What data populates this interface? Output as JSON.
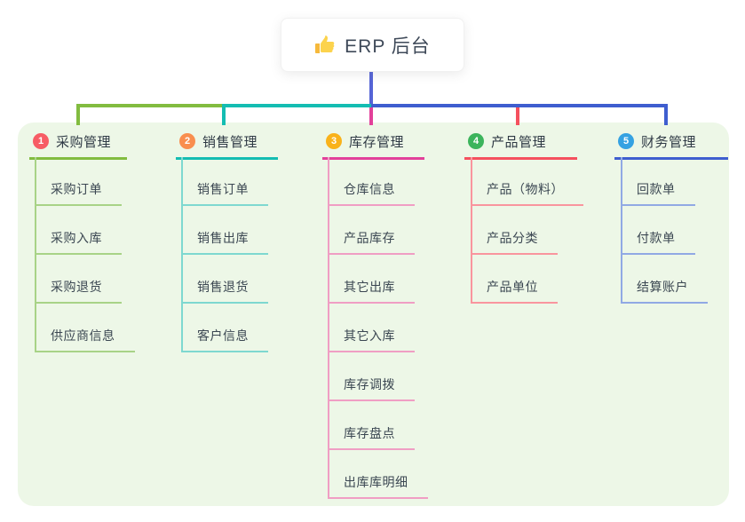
{
  "root": {
    "label": "ERP 后台",
    "icon": "thumbs-up-icon"
  },
  "colors": {
    "canvas_background": "#ffffff",
    "panel_background": "#edf7e7",
    "root_connector": "#5564d6",
    "root_text": "#3e4958",
    "branch_title_text": "#2f3a45",
    "child_text": "#3b4752"
  },
  "branches": [
    {
      "number": "1",
      "title": "采购管理",
      "circle_color": "#f75c65",
      "line_color": "#82bc40",
      "light_line_color": "#a8d387",
      "children": [
        "采购订单",
        "采购入库",
        "采购退货",
        "供应商信息"
      ]
    },
    {
      "number": "2",
      "title": "销售管理",
      "circle_color": "#f98e4e",
      "line_color": "#14bdb2",
      "light_line_color": "#7ed8d0",
      "children": [
        "销售订单",
        "销售出库",
        "销售退货",
        "客户信息"
      ]
    },
    {
      "number": "3",
      "title": "库存管理",
      "circle_color": "#f9b21a",
      "line_color": "#e2409a",
      "light_line_color": "#f09ec4",
      "children": [
        "仓库信息",
        "产品库存",
        "其它出库",
        "其它入库",
        "库存调拨",
        "库存盘点",
        "出库库明细"
      ]
    },
    {
      "number": "4",
      "title": "产品管理",
      "circle_color": "#3cb45c",
      "line_color": "#f5505e",
      "light_line_color": "#f9959e",
      "children": [
        "产品（物料）",
        "产品分类",
        "产品单位"
      ]
    },
    {
      "number": "5",
      "title": "财务管理",
      "circle_color": "#35a2e2",
      "line_color": "#3f5ecf",
      "light_line_color": "#91a9e4",
      "children": [
        "回款单",
        "付款单",
        "结算账户"
      ]
    }
  ]
}
